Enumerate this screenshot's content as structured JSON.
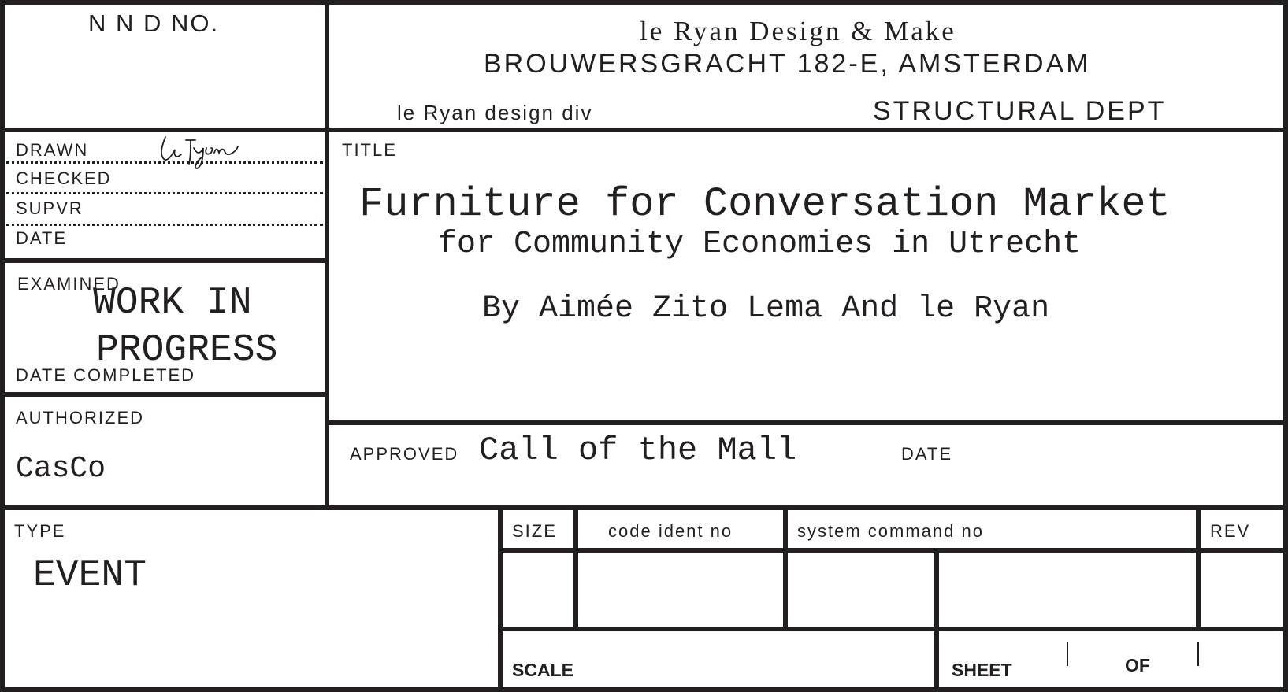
{
  "header": {
    "nnd_label": "N N D NO.",
    "company": "le Ryan Design & Make",
    "address": "BROUWERSGRACHT 182-E, AMSTERDAM",
    "division": "le Ryan design div",
    "department": "STRUCTURAL DEPT"
  },
  "signoff": {
    "drawn_label": "DRAWN",
    "checked_label": "CHECKED",
    "supvr_label": "SUPVR",
    "date_label": "DATE"
  },
  "examined": {
    "label": "EXAMINED",
    "status_line1": "WORK IN",
    "status_line2": "PROGRESS",
    "date_completed_label": "DATE COMPLETED"
  },
  "authorized": {
    "label": "AUTHORIZED",
    "value": "CasCo"
  },
  "title_block": {
    "label": "TITLE",
    "line1": "Furniture for Conversation Market",
    "line2": "for Community Economies in Utrecht",
    "byline": "By Aimée Zito Lema And le Ryan"
  },
  "approved": {
    "label": "APPROVED",
    "value": "Call of the Mall",
    "date_label": "DATE"
  },
  "type": {
    "label": "TYPE",
    "value": "EVENT"
  },
  "grid": {
    "size_label": "SIZE",
    "code_ident_label": "code ident no",
    "system_command_label": "system command no",
    "rev_label": "REV",
    "scale_label": "SCALE",
    "sheet_label": "SHEET",
    "of_label": "OF"
  }
}
